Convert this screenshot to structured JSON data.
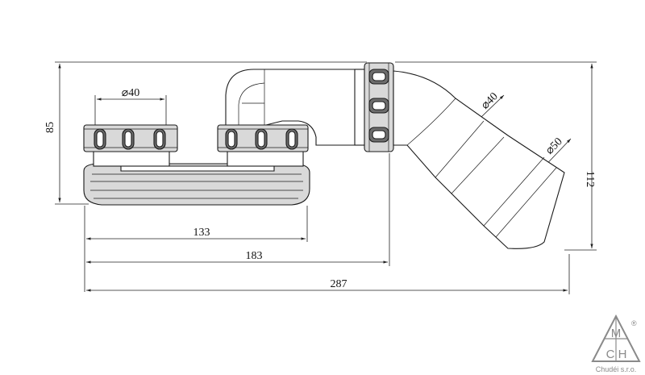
{
  "dimensions": {
    "overall_height": "85",
    "inlet_diameter": "40",
    "outlet_diameter_small": "40",
    "outlet_diameter_large": "50",
    "outlet_height": "112",
    "width_133": "133",
    "width_183": "183",
    "width_287": "287"
  },
  "diameter_symbol": "⌀",
  "logo": {
    "letters": [
      "M",
      "C",
      "H"
    ],
    "registered": "®",
    "company": "Chudéi s.r.o."
  },
  "colors": {
    "line": "#1a1a1a",
    "fill_light": "#d9d9d9",
    "fill_dark": "#6d6d6d",
    "logo": "#8a8a8a"
  }
}
